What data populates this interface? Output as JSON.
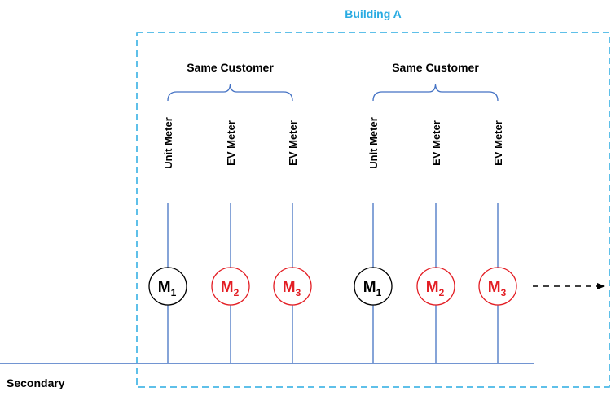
{
  "building": {
    "title": "Building A",
    "border_color": "#29abe2",
    "title_color": "#29abe2"
  },
  "secondary_label": "Secondary",
  "line_color": "#4472c4",
  "groups": [
    {
      "customer_label": "Same Customer",
      "meters": [
        {
          "label": "Unit Meter",
          "symbol": "M",
          "subscript": "1",
          "color": "#000000"
        },
        {
          "label": "EV Meter",
          "symbol": "M",
          "subscript": "2",
          "color": "#e31e24"
        },
        {
          "label": "EV Meter",
          "symbol": "M",
          "subscript": "3",
          "color": "#e31e24"
        }
      ]
    },
    {
      "customer_label": "Same Customer",
      "meters": [
        {
          "label": "Unit Meter",
          "symbol": "M",
          "subscript": "1",
          "color": "#000000"
        },
        {
          "label": "EV Meter",
          "symbol": "M",
          "subscript": "2",
          "color": "#e31e24"
        },
        {
          "label": "EV Meter",
          "symbol": "M",
          "subscript": "3",
          "color": "#e31e24"
        }
      ]
    }
  ],
  "continuation_arrow": "dashed-right-arrow"
}
